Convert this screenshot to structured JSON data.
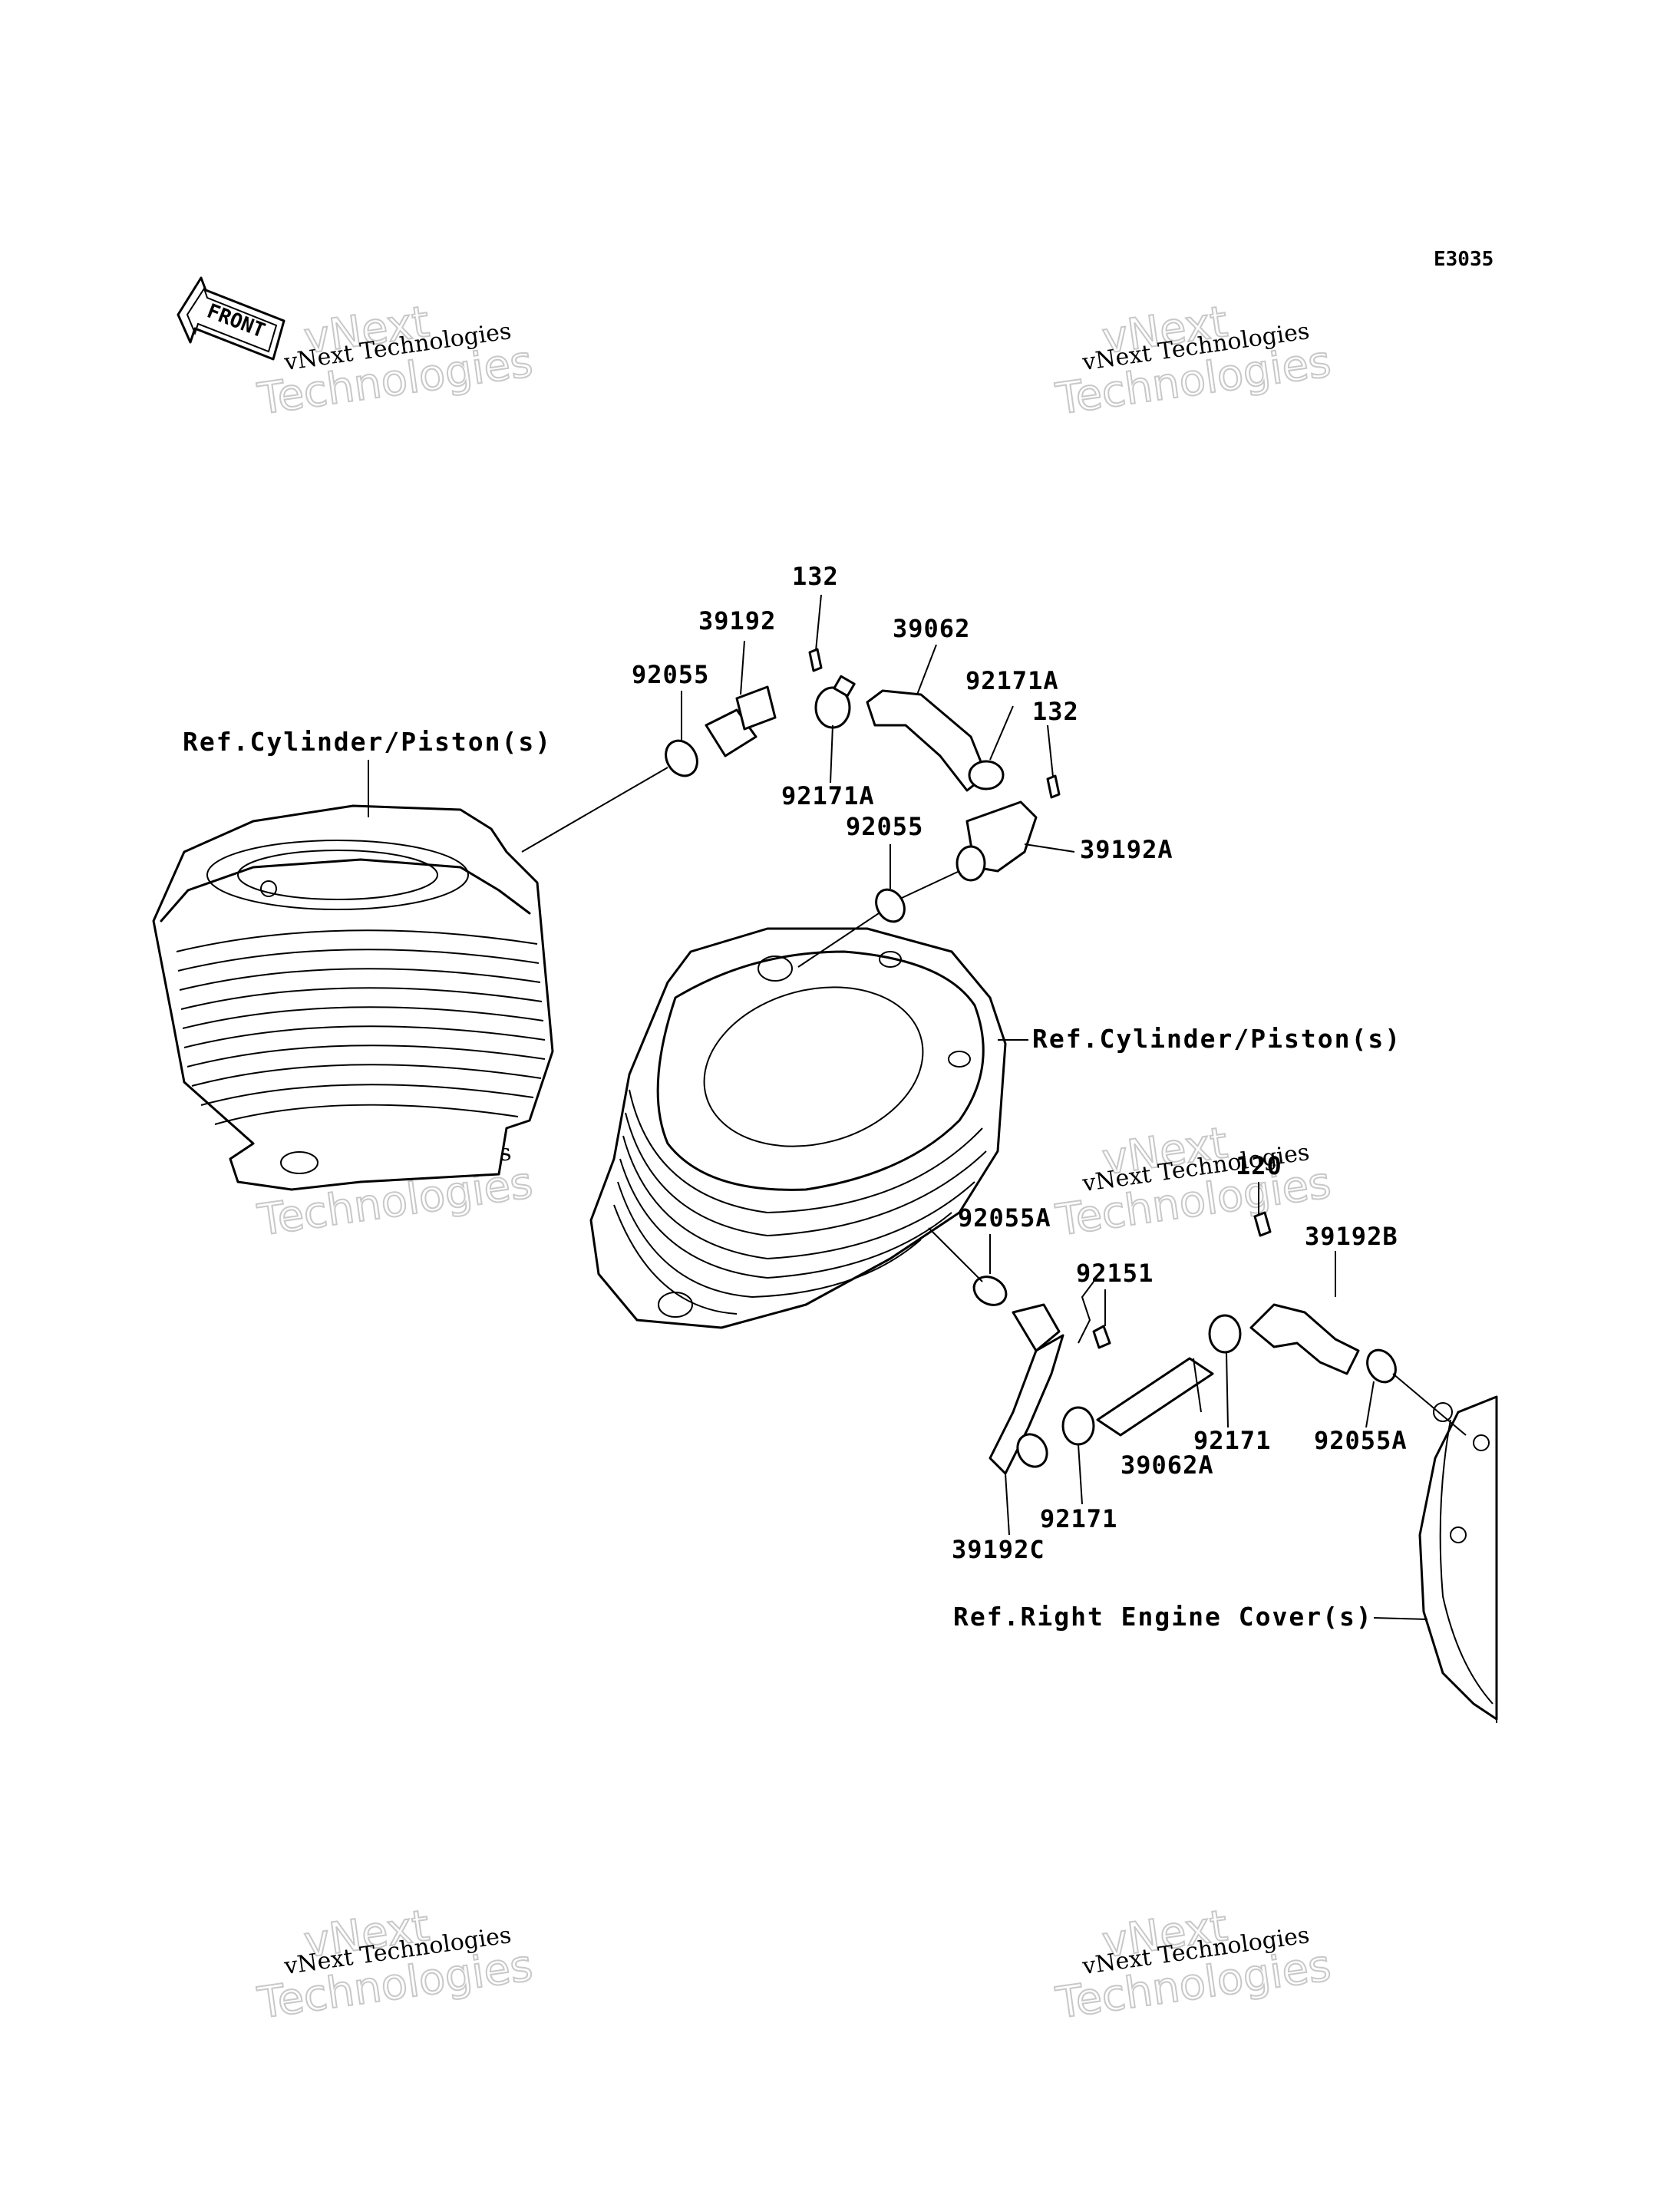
{
  "diagram_code": "E3035",
  "front_label": "FRONT",
  "watermark": {
    "line1": "vNext",
    "line2": "Technologies",
    "small": "vNext Technologies"
  },
  "references": {
    "cylinder_rear": "Ref.Cylinder/Piston(s)",
    "cylinder_front": "Ref.Cylinder/Piston(s)",
    "right_engine_cover": "Ref.Right Engine Cover(s)"
  },
  "parts": {
    "p132_top": "132",
    "p39192": "39192",
    "p39062": "39062",
    "p92055_top": "92055",
    "p92171A_right": "92171A",
    "p132_right": "132",
    "p92171A_left": "92171A",
    "p92055_mid": "92055",
    "p39192A": "39192A",
    "p120": "120",
    "p39192B": "39192B",
    "p92055A_left": "92055A",
    "p92151": "92151",
    "p92171_right": "92171",
    "p92055A_right": "92055A",
    "p39062A": "39062A",
    "p92171_left": "92171",
    "p39192C": "39192C"
  }
}
